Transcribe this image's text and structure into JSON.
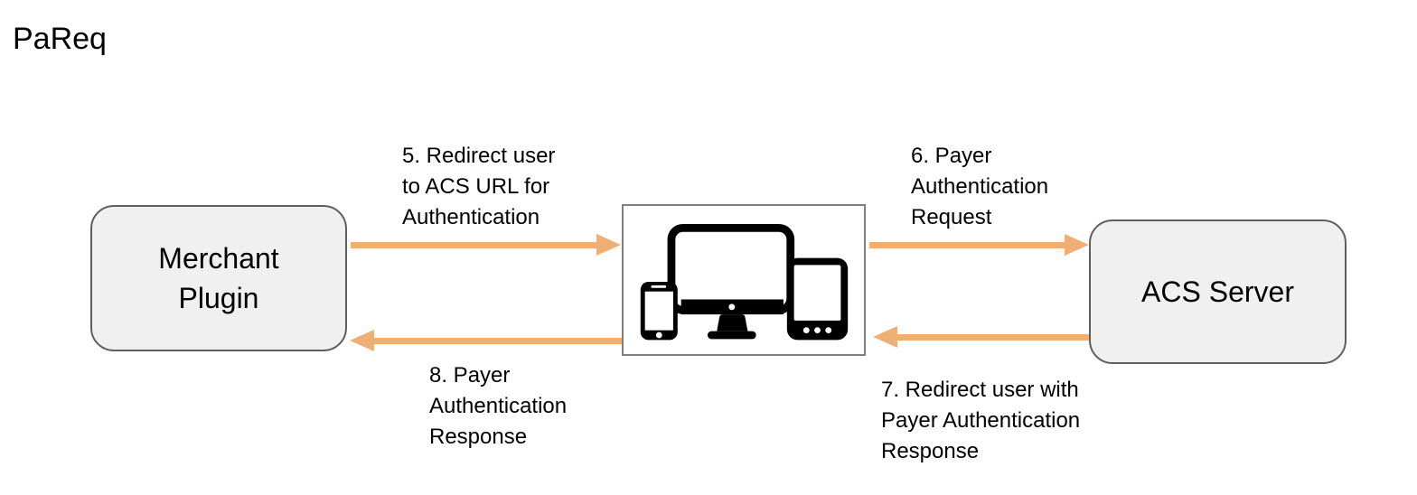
{
  "title": "PaReq",
  "colors": {
    "arrow": "#EDAF73",
    "node_fill": "#F0F0F0",
    "node_border": "#5F5F5F",
    "devices_box_border": "#7F7F7F",
    "icon": "#000000",
    "text": "#000000",
    "background": "#FFFFFF"
  },
  "nodes": {
    "merchant": {
      "label": "Merchant\nPlugin"
    },
    "devices": {
      "icon": "responsive-devices-icon"
    },
    "acs": {
      "label": "ACS Server"
    }
  },
  "arrows": [
    {
      "step": "5",
      "label": "5. Redirect user\nto ACS URL for\nAuthentication",
      "from": "merchant-plugin",
      "to": "user-devices",
      "direction": "right"
    },
    {
      "step": "6",
      "label": "6. Payer\nAuthentication\nRequest",
      "from": "user-devices",
      "to": "acs-server",
      "direction": "right"
    },
    {
      "step": "7",
      "label": "7. Redirect user with\nPayer Authentication\nResponse",
      "from": "acs-server",
      "to": "user-devices",
      "direction": "left"
    },
    {
      "step": "8",
      "label": "8. Payer\nAuthentication\nResponse",
      "from": "user-devices",
      "to": "merchant-plugin",
      "direction": "left"
    }
  ]
}
